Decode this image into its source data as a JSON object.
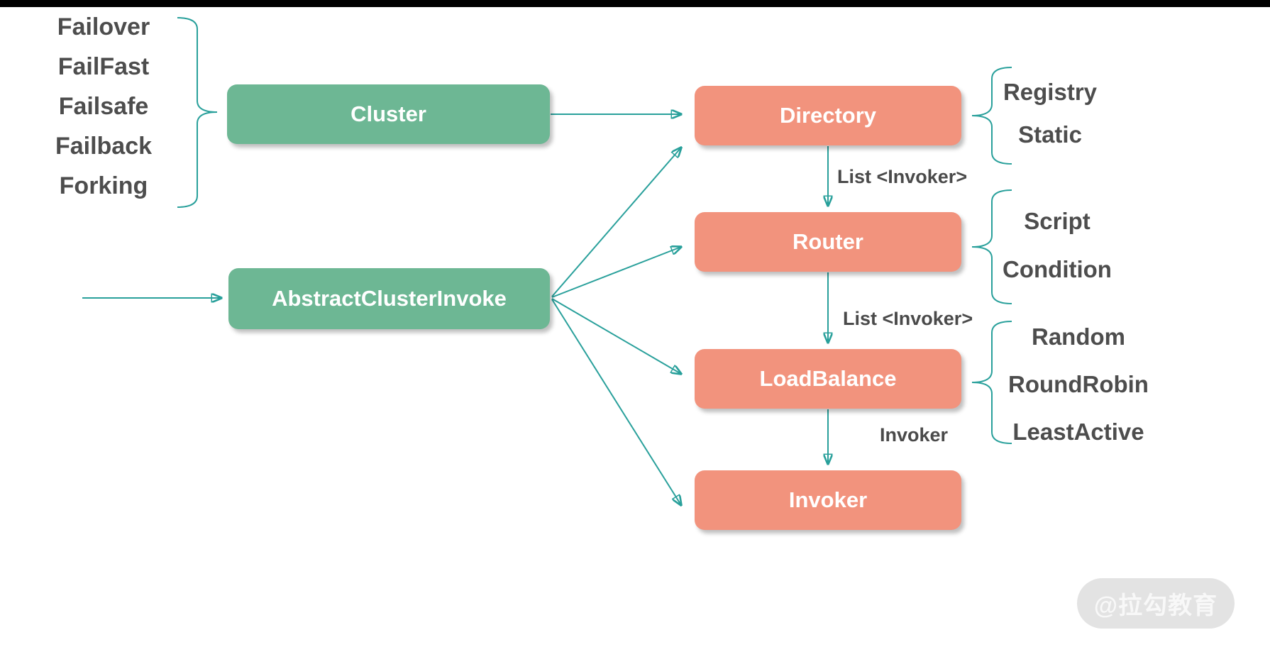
{
  "nodes": {
    "cluster": {
      "label": "Cluster",
      "color": "#6db794"
    },
    "abstract_cluster_invoke": {
      "label": "AbstractClusterInvoke",
      "color": "#6db794"
    },
    "directory": {
      "label": "Directory",
      "color": "#f2937d"
    },
    "router": {
      "label": "Router",
      "color": "#f2937d"
    },
    "load_balance": {
      "label": "LoadBalance",
      "color": "#f2937d"
    },
    "invoker": {
      "label": "Invoker",
      "color": "#f2937d"
    }
  },
  "cluster_methods": {
    "items": [
      "Failover",
      "FailFast",
      "Failsafe",
      "Failback",
      "Forking"
    ]
  },
  "edge_labels": {
    "directory_to_router": "List <Invoker>",
    "router_to_loadbalance": "List <Invoker>",
    "loadbalance_to_invoker": "Invoker"
  },
  "directory_types": {
    "items": [
      "Registry",
      "Static"
    ]
  },
  "router_types": {
    "items": [
      "Script",
      "Condition"
    ]
  },
  "loadbalance_types": {
    "items": [
      "Random",
      "RoundRobin",
      "LeastActive"
    ]
  },
  "watermark": {
    "text": "@拉勾教育"
  },
  "colors": {
    "node_green": "#6db794",
    "node_orange": "#f2937d",
    "connector_teal": "#29a09b",
    "label_text": "#4d4d4d",
    "letterbox": "#000000",
    "watermark_bg": "#e3e3e3"
  }
}
